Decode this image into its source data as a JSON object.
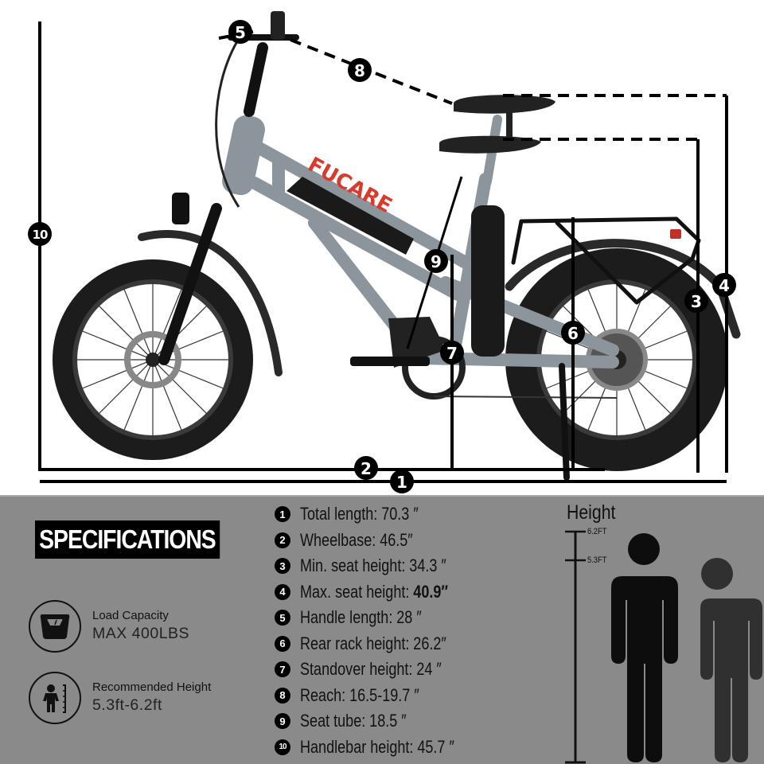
{
  "diagram": {
    "brand_text": "FUCARE",
    "markers": [
      {
        "id": "1",
        "label": "1"
      },
      {
        "id": "2",
        "label": "2"
      },
      {
        "id": "3",
        "label": "3"
      },
      {
        "id": "4",
        "label": "4"
      },
      {
        "id": "5",
        "label": "5"
      },
      {
        "id": "6",
        "label": "6"
      },
      {
        "id": "7",
        "label": "7"
      },
      {
        "id": "8",
        "label": "8"
      },
      {
        "id": "9",
        "label": "9"
      },
      {
        "id": "10",
        "label": "10"
      }
    ],
    "colors": {
      "frame": "#8c949c",
      "tire": "#1c1c1c",
      "brand_red": "#d93a2b",
      "line": "#000000"
    }
  },
  "panel": {
    "title": "SPECIFICATIONS",
    "features": [
      {
        "icon": "scale-icon",
        "label": "Load Capacity",
        "value": "MAX 400LBS"
      },
      {
        "icon": "height-person-icon",
        "label": "Recommended Height",
        "value": "5.3ft-6.2ft"
      }
    ],
    "specs": [
      {
        "num": "1",
        "name": "Total length:",
        "value": "70.3 ″"
      },
      {
        "num": "2",
        "name": "Wheelbase:",
        "value": "46.5″"
      },
      {
        "num": "3",
        "name": "Min. seat height:",
        "value": "34.3 ″"
      },
      {
        "num": "4",
        "name": "Max. seat height:",
        "value": "40.9″"
      },
      {
        "num": "5",
        "name": "Handle length:",
        "value": "28 ″"
      },
      {
        "num": "6",
        "name": "Rear rack height:",
        "value": "26.2″"
      },
      {
        "num": "7",
        "name": "Standover height:",
        "value": "24 ″"
      },
      {
        "num": "8",
        "name": "Reach:",
        "value": "16.5-19.7 ″"
      },
      {
        "num": "9",
        "name": "Seat tube:",
        "value": "18.5 ″"
      },
      {
        "num": "10",
        "name": "Handlebar height:",
        "value": "45.7 ″"
      }
    ],
    "height_chart": {
      "title": "Height",
      "ticks": [
        "6.2FT",
        "5.3FT"
      ],
      "colors": {
        "tall": "#0d0d0d",
        "short": "#303030",
        "background": "#8a8a8a"
      }
    }
  }
}
